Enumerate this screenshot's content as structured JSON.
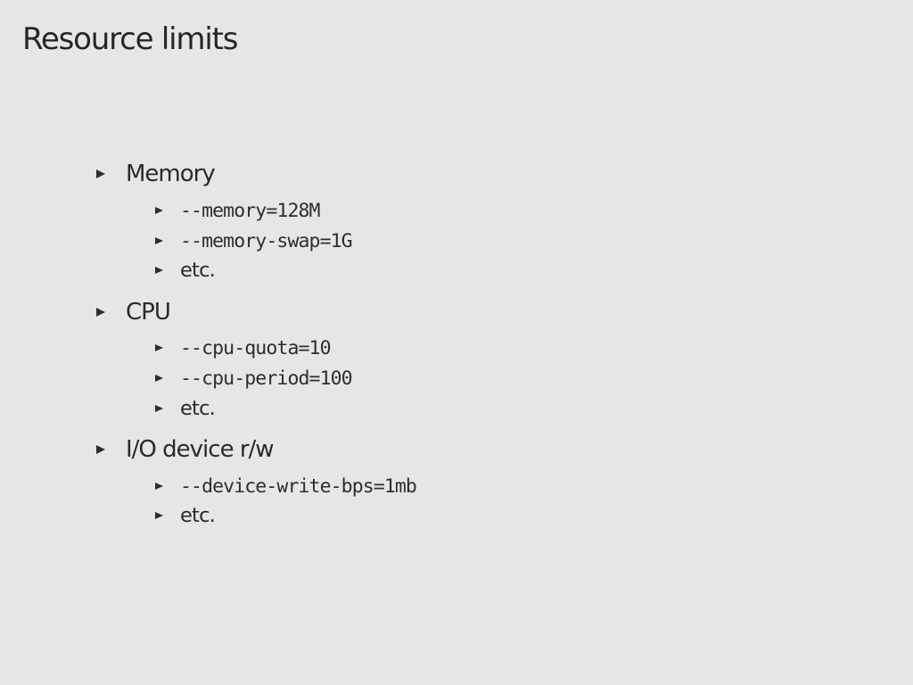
{
  "slide": {
    "title": "Resource limits",
    "sections": [
      {
        "label": "Memory",
        "items": [
          {
            "text": "--memory=128M",
            "code": true
          },
          {
            "text": "--memory-swap=1G",
            "code": true
          },
          {
            "text": "etc.",
            "code": false
          }
        ]
      },
      {
        "label": "CPU",
        "items": [
          {
            "text": "--cpu-quota=10",
            "code": true
          },
          {
            "text": "--cpu-period=100",
            "code": true
          },
          {
            "text": "etc.",
            "code": false
          }
        ]
      },
      {
        "label": "I/O device r/w",
        "items": [
          {
            "text": "--device-write-bps=1mb",
            "code": true
          },
          {
            "text": "etc.",
            "code": false
          }
        ]
      }
    ],
    "bullet_icon": "triangle-right-icon",
    "colors": {
      "background": "#e6e6e6",
      "text": "#2a2a2a"
    }
  }
}
